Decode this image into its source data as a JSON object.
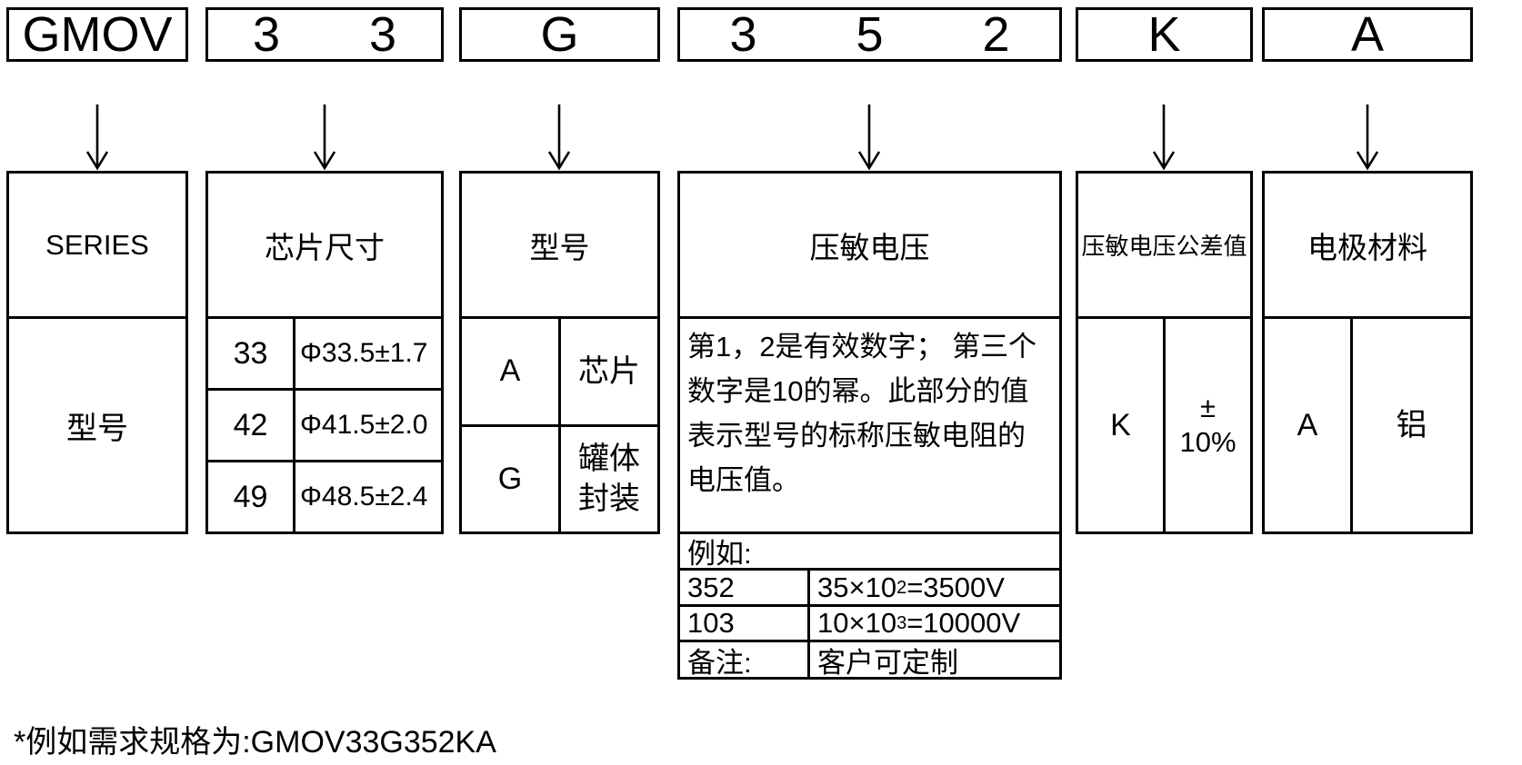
{
  "diagram": {
    "code_boxes": [
      {
        "chars": [
          "GMOV"
        ]
      },
      {
        "chars": [
          "3",
          "3"
        ]
      },
      {
        "chars": [
          "G"
        ]
      },
      {
        "chars": [
          "3",
          "5",
          "2"
        ]
      },
      {
        "chars": [
          "K"
        ]
      },
      {
        "chars": [
          "A"
        ]
      }
    ],
    "columns": {
      "series": {
        "header": "SERIES",
        "value": "型号"
      },
      "chip_size": {
        "header": "芯片尺寸",
        "rows": [
          {
            "code": "33",
            "size": "Φ33.5±1.7"
          },
          {
            "code": "42",
            "size": "Φ41.5±2.0"
          },
          {
            "code": "49",
            "size": "Φ48.5±2.4"
          }
        ]
      },
      "model": {
        "header": "型号",
        "rows": [
          {
            "code": "A",
            "desc": "芯片"
          },
          {
            "code": "G",
            "desc": "罐体封装"
          }
        ]
      },
      "varistor_voltage": {
        "header": "压敏电压",
        "description": "第1，2是有效数字； 第三个数字是10的幂。此部分的值表示型号的标称压敏电阻的电压值。",
        "examples_label": "例如:",
        "examples": [
          {
            "code": "352",
            "formula_base": "35×10",
            "formula_exp": "2",
            "formula_result": "=3500V"
          },
          {
            "code": "103",
            "formula_base": "10×10",
            "formula_exp": "3",
            "formula_result": "=10000V"
          }
        ],
        "note_label": "备注:",
        "note_value": "客户可定制"
      },
      "tolerance": {
        "header": "压敏电压公差值",
        "code": "K",
        "value_sign": "±",
        "value_percent": "10%"
      },
      "electrode": {
        "header": "电极材料",
        "code": "A",
        "value": "铝"
      }
    },
    "footer_note": "*例如需求规格为:GMOV33G352KA"
  }
}
